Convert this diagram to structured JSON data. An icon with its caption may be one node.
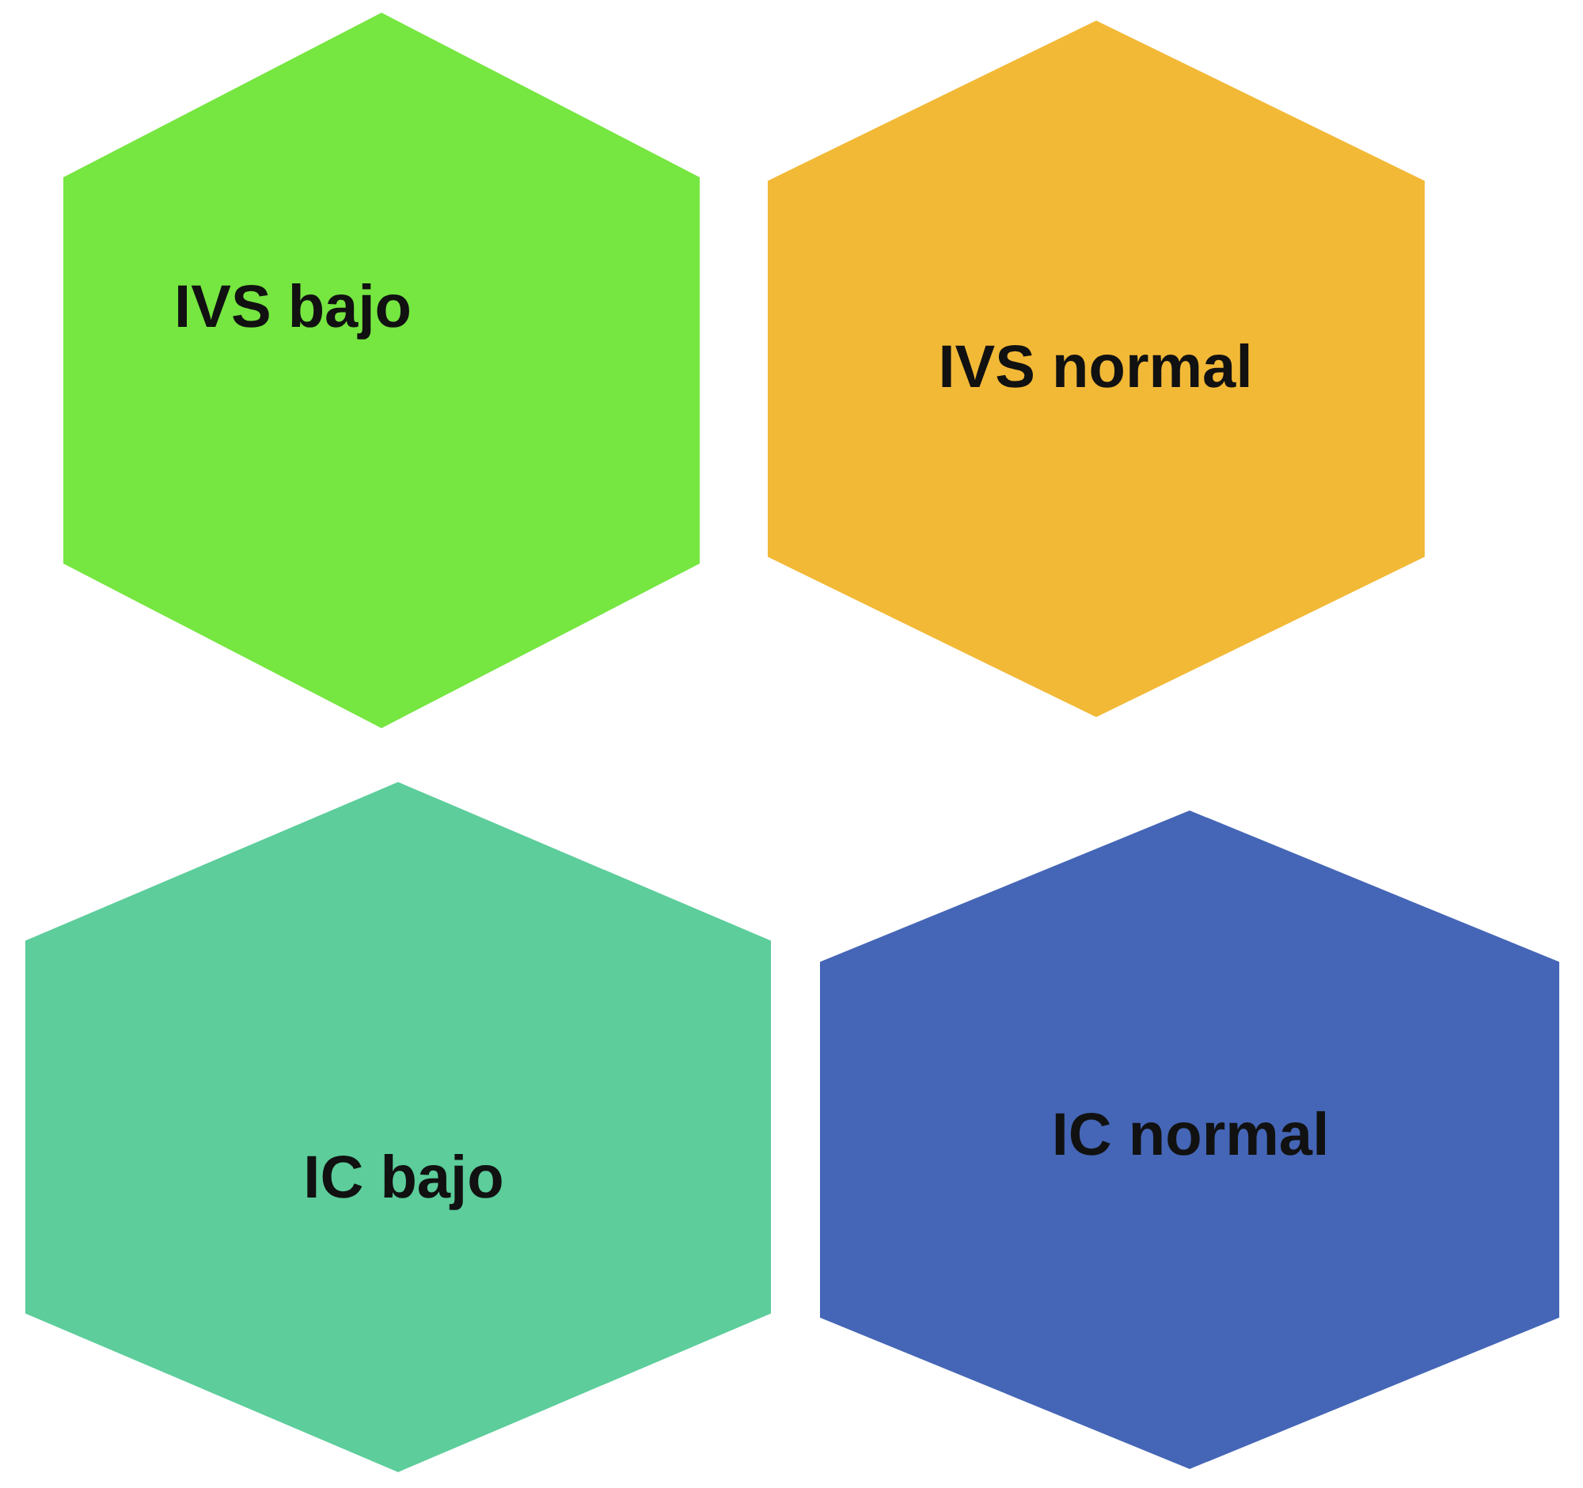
{
  "diagram": {
    "nodes": [
      {
        "text": [
          "IVS bajo"
        ]
      },
      {
        "text": [
          "IVS normal"
        ]
      },
      {
        "text": [
          "IC bajo"
        ]
      },
      {
        "text": [
          "IC normal"
        ]
      }
    ]
  }
}
